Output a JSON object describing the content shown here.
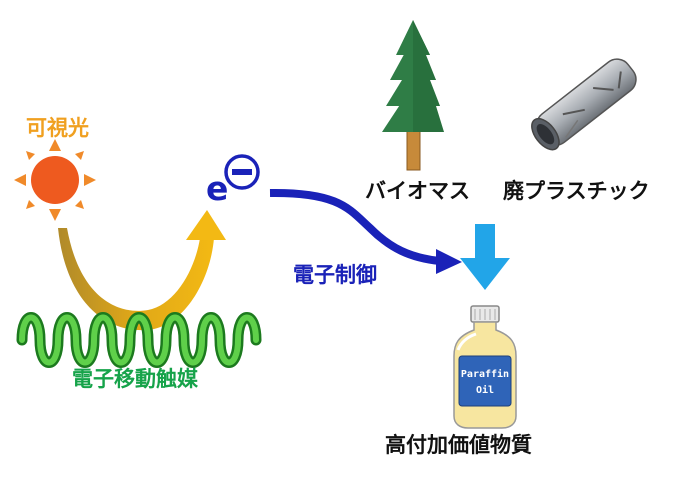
{
  "labels": {
    "visible_light": "可視光",
    "electron": "e",
    "electron_control": "電子制御",
    "biomass": "バイオマス",
    "waste_plastic": "廃プラスチック",
    "catalyst": "電子移動触媒",
    "product": "高付加価値物質"
  },
  "bottle_label": {
    "line1": "Paraffin",
    "line2": "Oil"
  },
  "colors": {
    "sun": "#ee5a1f",
    "sun_rays": "#f08a2a",
    "light_arrow": "#f0b414",
    "electron_blue": "#1a22b8",
    "down_arrow": "#22a5e8",
    "catalyst_green": "#16a34a",
    "tree_green": "#2f7d46",
    "bottle_liquid": "#f7e6a0"
  },
  "icons": [
    "sun-icon",
    "electron-minus-icon",
    "spring-catalyst-icon",
    "tree-icon",
    "plastic-bottle-icon",
    "oil-bottle-icon"
  ]
}
